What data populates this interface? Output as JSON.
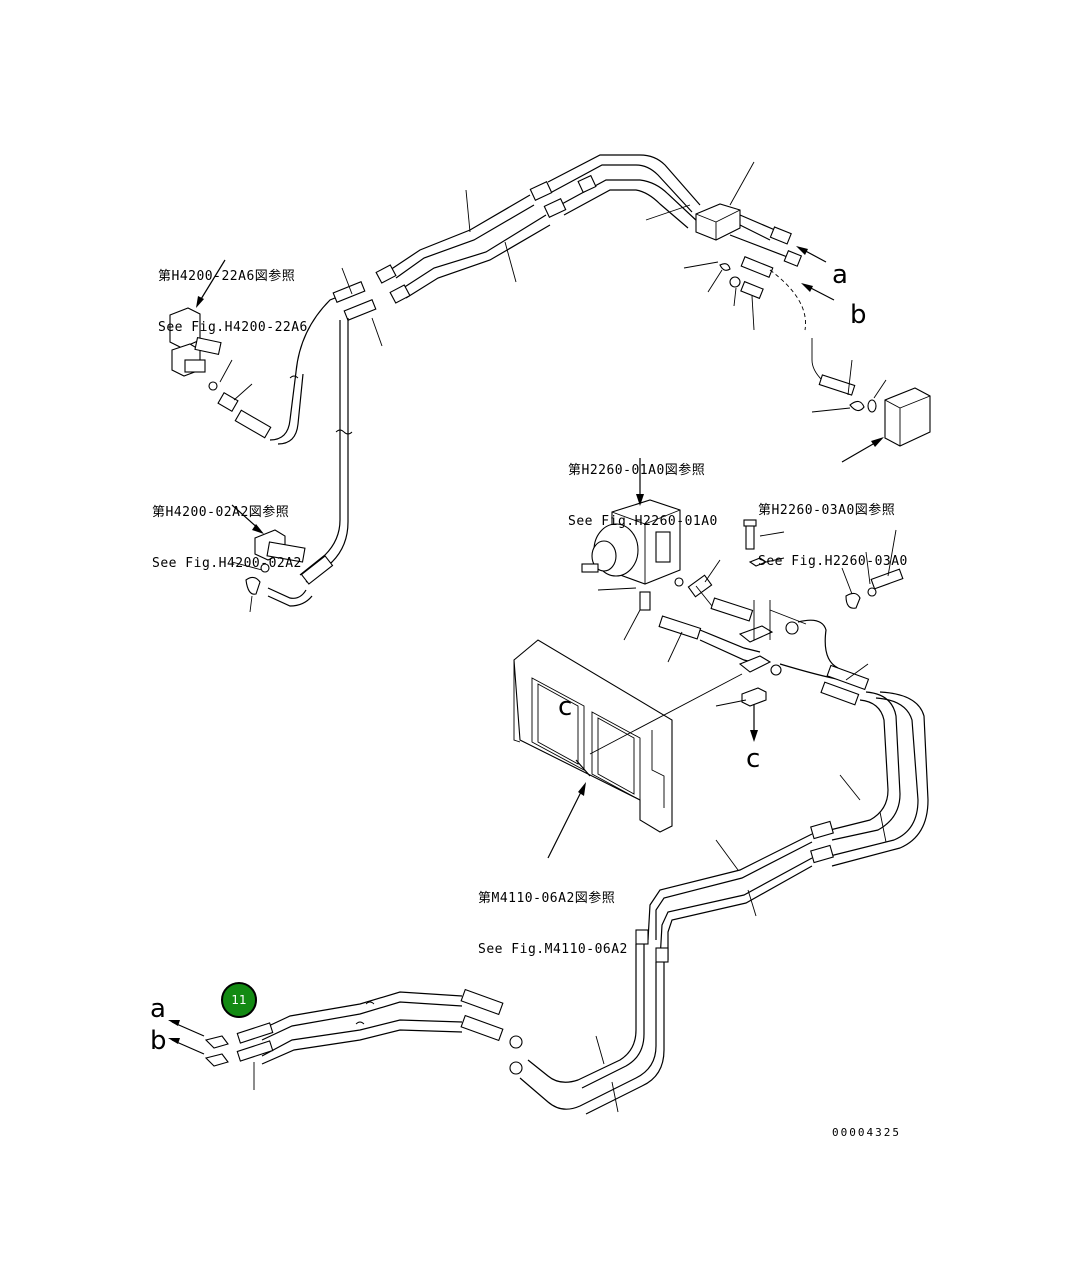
{
  "references": {
    "h4200_22a6": {
      "jp": "第H4200-22A6図参照",
      "en": "See Fig.H4200-22A6"
    },
    "h4200_02a2": {
      "jp": "第H4200-02A2図参照",
      "en": "See Fig.H4200-02A2"
    },
    "h2260_01a0": {
      "jp": "第H2260-01A0図参照",
      "en": "See Fig.H2260-01A0"
    },
    "h2260_03a0": {
      "jp": "第H2260-03A0図参照",
      "en": "See Fig.H2260-03A0"
    },
    "m4110_06a2": {
      "jp": "第M4110-06A2図参照",
      "en": "See Fig.M4110-06A2"
    }
  },
  "markers": {
    "a_top": "a",
    "b_top": "b",
    "a_bottom": "a",
    "b_bottom": "b",
    "c_panel": "c",
    "c_clamp": "c"
  },
  "callout": {
    "label": "11",
    "color": "#138a13"
  },
  "serial": "00004325"
}
